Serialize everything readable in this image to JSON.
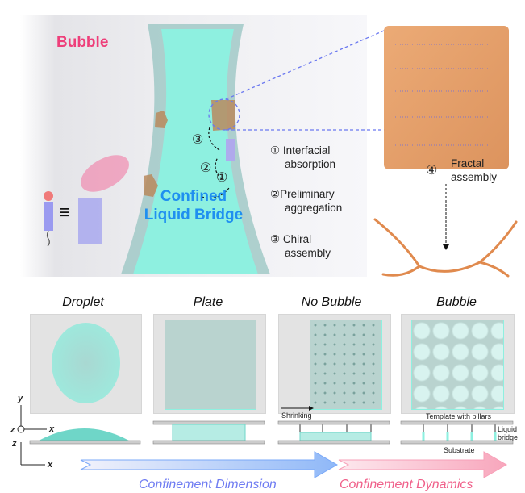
{
  "top": {
    "bubble_label": "Bubble",
    "bridge_label_line1": "Confined",
    "bridge_label_line2": "Liquid Bridge",
    "step_markers": [
      "③",
      "②",
      "①"
    ],
    "steps": [
      {
        "num": "①",
        "line1": "Interfacial",
        "line2": "absorption"
      },
      {
        "num": "②",
        "line1": "Preliminary",
        "line2": "aggregation"
      },
      {
        "num": "③",
        "line1": "Chiral",
        "line2": "assembly"
      }
    ],
    "fractal_step": {
      "num": "④",
      "line1": "Fractal",
      "line2": "assembly"
    },
    "equiv_symbol": "≡"
  },
  "bottom": {
    "titles": [
      "Droplet",
      "Plate",
      "No Bubble",
      "Bubble"
    ],
    "shrinking_label": "Shrinking",
    "template_label": "Template with pillars",
    "liquid_bridge_label_line1": "Liquid",
    "liquid_bridge_label_line2": "bridge",
    "substrate_label": "Substrate",
    "axis_labels": {
      "y": "y",
      "x1": "x",
      "z1": "z",
      "z2": "z",
      "x2": "x"
    },
    "arrow_labels": {
      "dimension": "Confinement Dimension",
      "dynamics": "Confinement Dynamics"
    }
  },
  "colors": {
    "bubble_pink": "#ee3f7a",
    "bridge_blue": "#1f8ff0",
    "dimension_blue": "#6f7cf2",
    "dynamics_pink": "#f0608a",
    "teal": "#8ef0e0",
    "orange": "#e39b5f"
  }
}
